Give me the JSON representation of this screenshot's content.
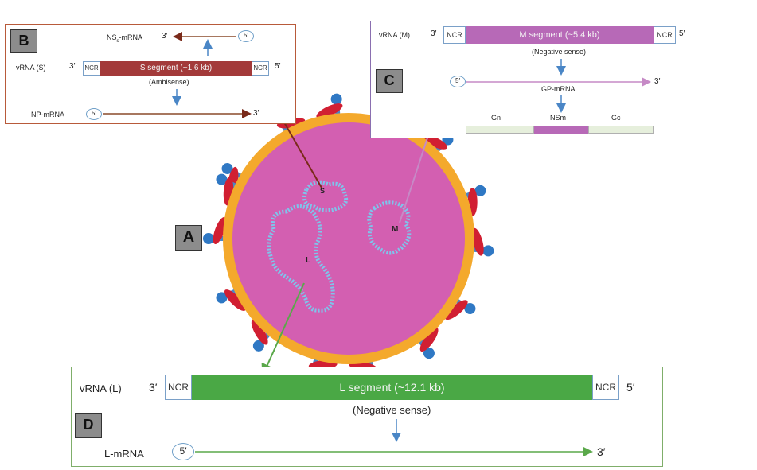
{
  "panel_b": {
    "tag": "B",
    "top_label": "NS",
    "top_label_sub": "s",
    "top_label_rest": "-mRNA",
    "vrna_label": "vRNA (S)",
    "three_prime": "3′",
    "five_prime": "5′",
    "ncr": "NCR",
    "segment": "S segment (~1.6 kb)",
    "sense": "(Ambisense)",
    "bottom_label": "NP-mRNA",
    "color": "#a33a3a"
  },
  "panel_c": {
    "tag": "C",
    "vrna_label": "vRNA (M)",
    "three_prime": "3′",
    "five_prime": "5′",
    "ncr": "NCR",
    "segment": "M segment (~5.4 kb)",
    "sense": "(Negative sense)",
    "mrna_label": "GP-mRNA",
    "gn": "Gn",
    "nsm": "NSm",
    "gc": "Gc",
    "color": "#b769b7"
  },
  "panel_a": {
    "tag": "A",
    "s_label": "S",
    "m_label": "M",
    "l_label": "L"
  },
  "panel_d": {
    "tag": "D",
    "vrna_label": "vRNA (L)",
    "three_prime": "3′",
    "five_prime": "5′",
    "ncr": "NCR",
    "segment": "L segment (~12.1 kb)",
    "sense": "(Negative sense)",
    "mrna_label": "L-mRNA",
    "color": "#4aa845"
  }
}
